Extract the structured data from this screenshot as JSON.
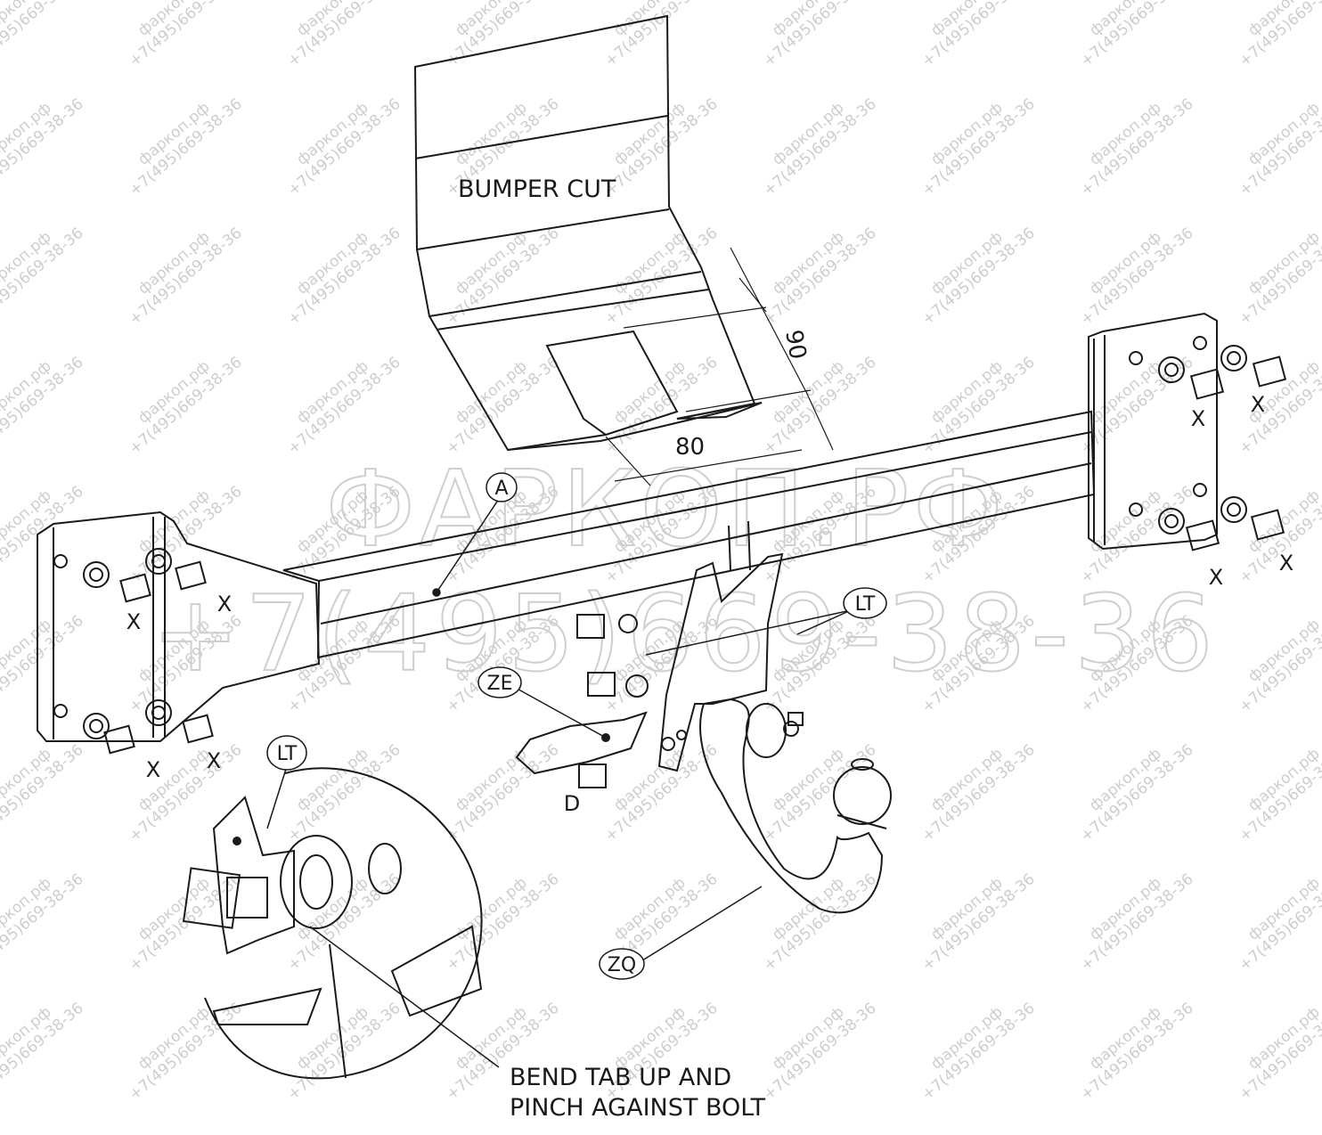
{
  "watermark": {
    "line1": "фаркоп.рф",
    "line2": "+7(495)669-38-36",
    "big_line1": "ФАРКОП.РФ",
    "big_line2": "+7(495)669-38-36",
    "color": "#c8c8c8"
  },
  "labels": {
    "bumper_cut": "BUMPER CUT",
    "dim_90": "90",
    "dim_80": "80",
    "callout_a": "A",
    "callout_lt_top": "LT",
    "callout_ze": "ZE",
    "callout_d": "D",
    "callout_lt_detail": "LT",
    "callout_zq": "ZQ",
    "bolt_x": "X",
    "instruction_line1": "BEND TAB UP AND",
    "instruction_line2": "PINCH AGAINST BOLT"
  },
  "colors": {
    "line": "#1a1a1a",
    "paper": "#ffffff"
  }
}
